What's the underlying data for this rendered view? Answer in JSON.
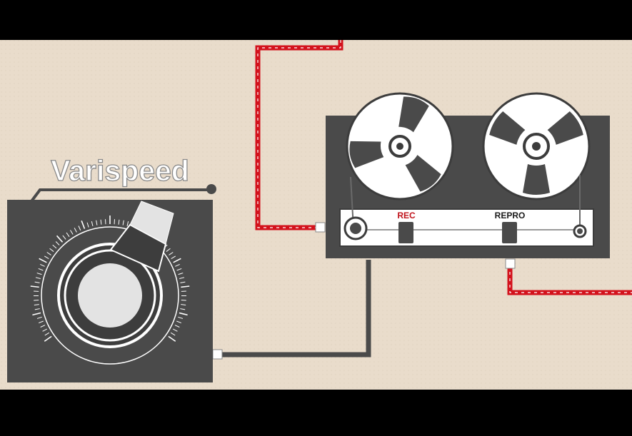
{
  "title": "Varispeed",
  "tape_machine": {
    "rec_label": "REC",
    "repro_label": "REPRO"
  },
  "colors": {
    "background": "#e9dccb",
    "letterbox": "#000000",
    "panel": "#4a4a4a",
    "cable_red": "#d3121c",
    "cable_gray": "#4a4a4a",
    "reel_white": "#ffffff",
    "rec_red": "#c0131b"
  }
}
